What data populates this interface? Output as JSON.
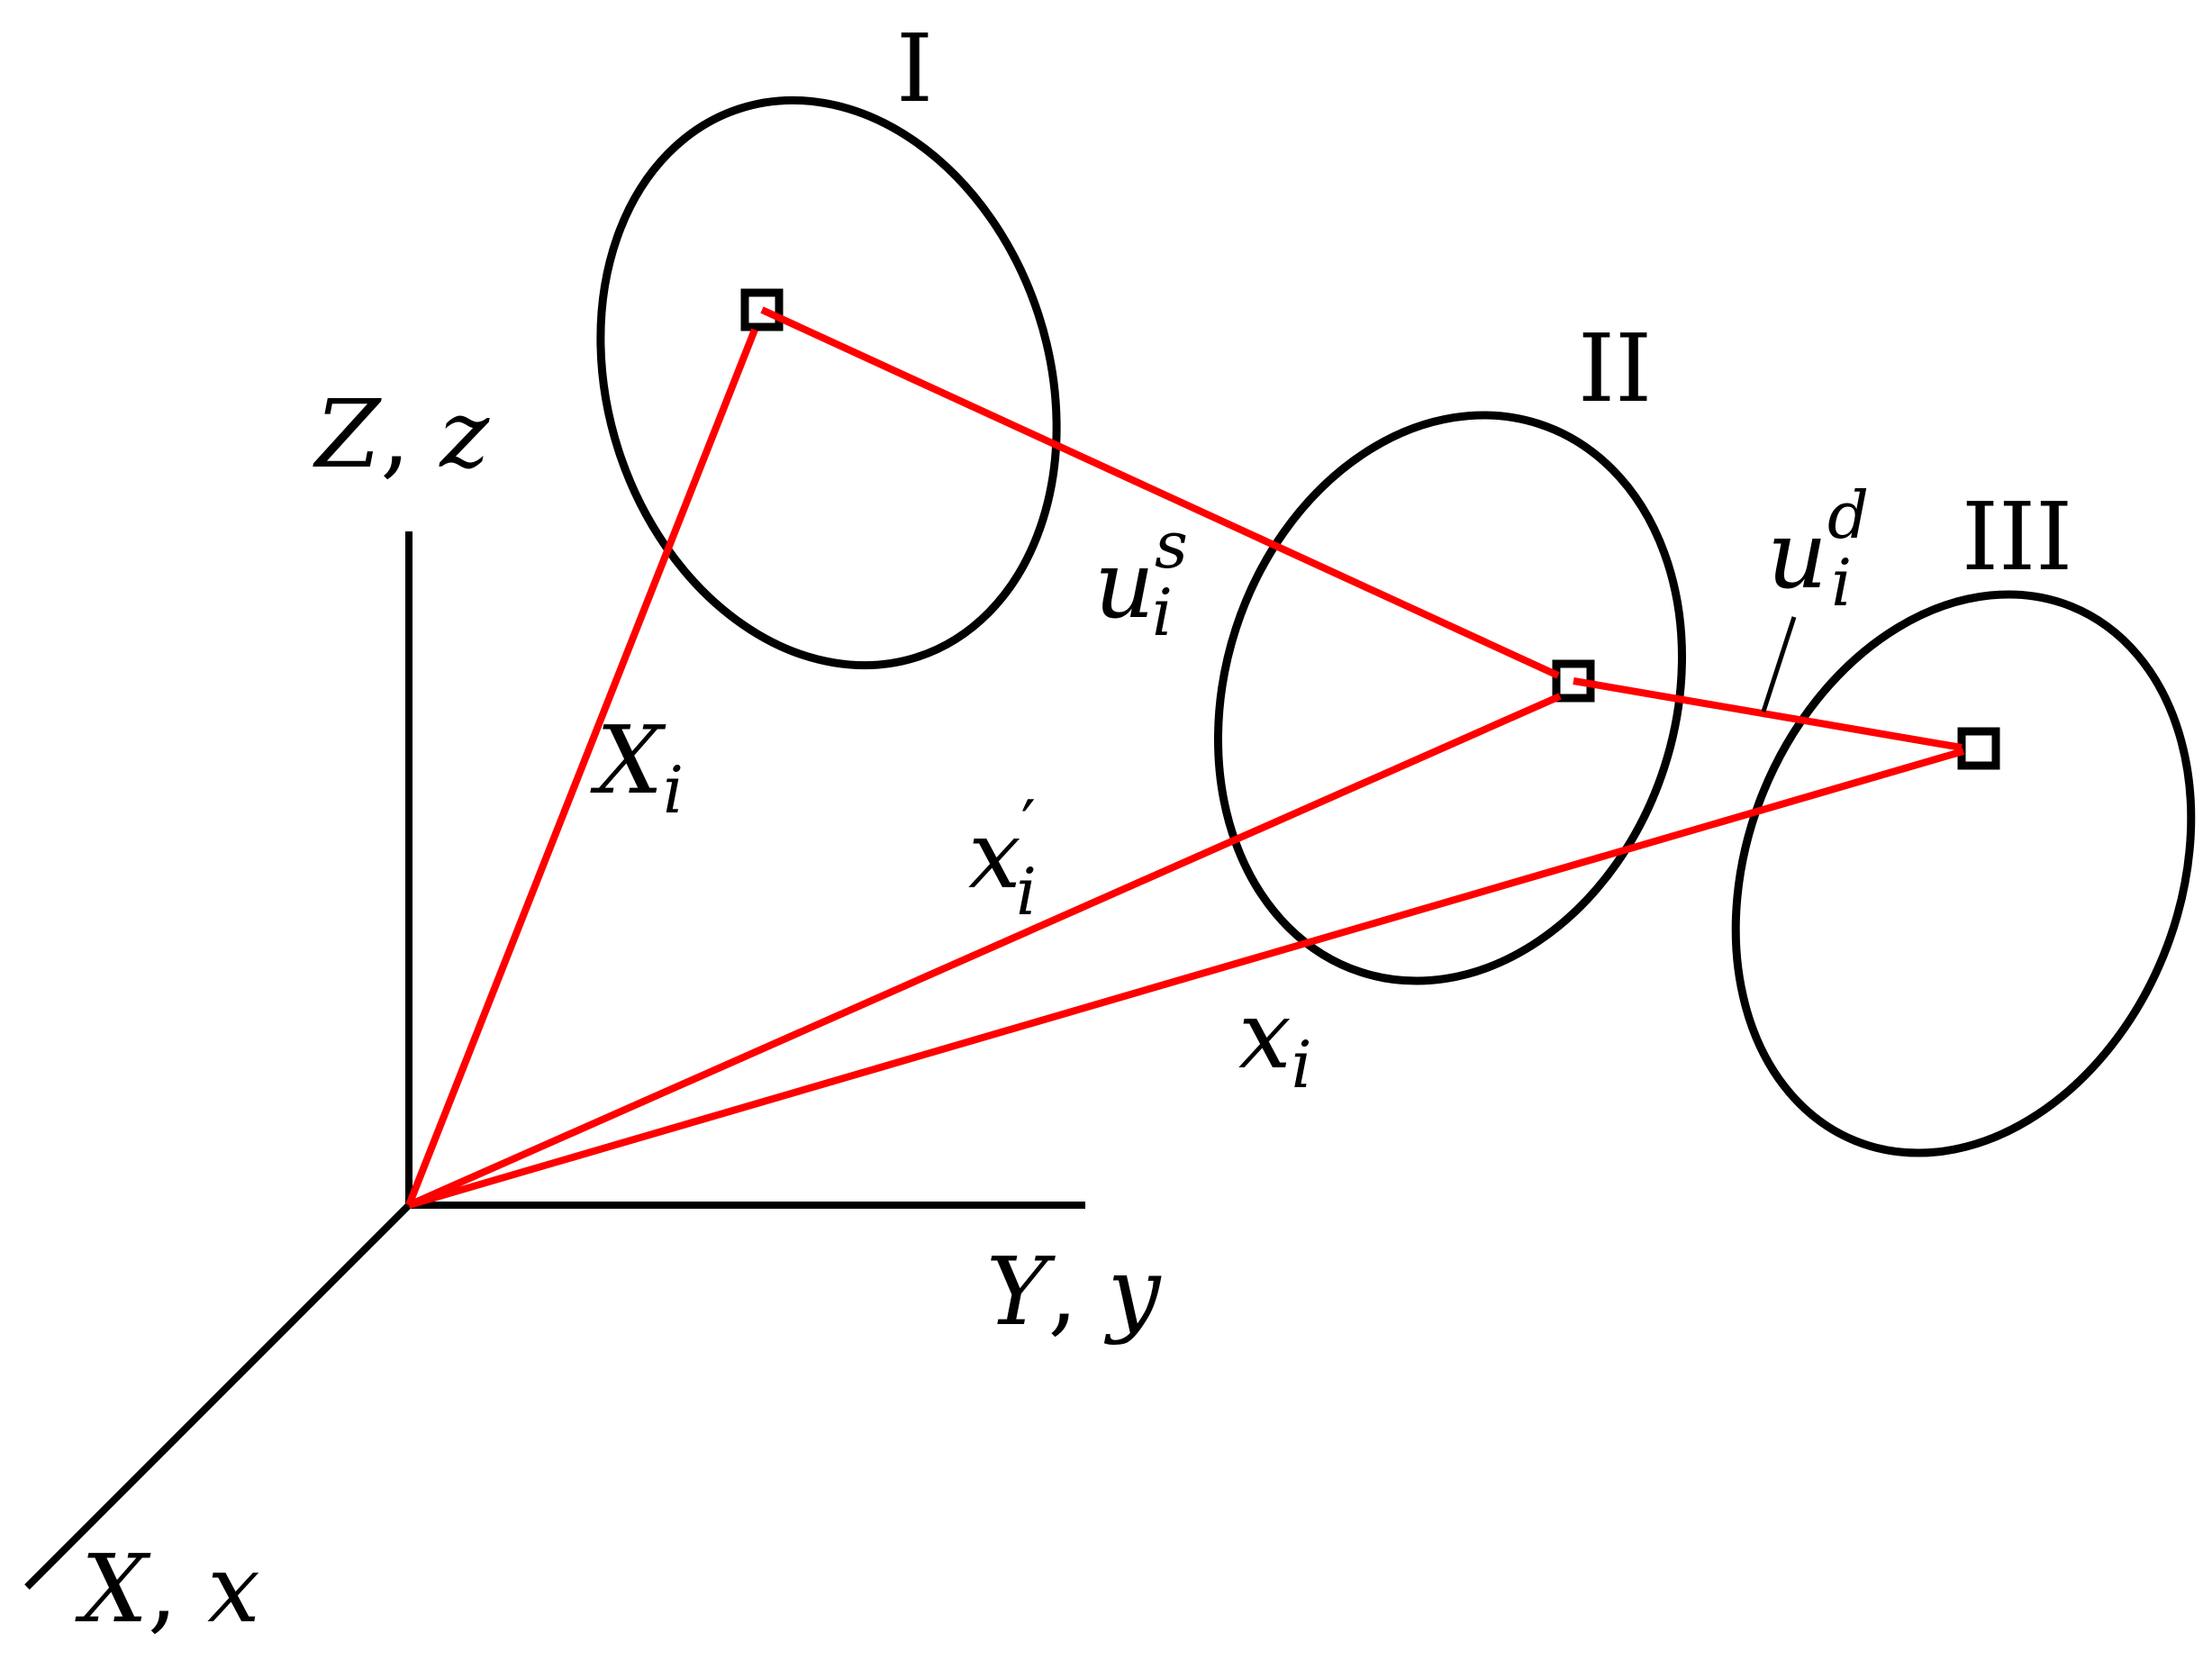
{
  "colors": {
    "axis": "#000000",
    "vector": "#ff0000",
    "body_outline": "#000000"
  },
  "axes": {
    "z_label": {
      "main": "Z",
      "sep": ", ",
      "alt": "z"
    },
    "y_label": {
      "main": "Y",
      "sep": ", ",
      "alt": "y"
    },
    "x_label": {
      "main": "X",
      "sep": ", ",
      "alt": "x"
    }
  },
  "configurations": {
    "initial": "I",
    "intermediate": "II",
    "current": "III"
  },
  "vectors": {
    "X_i": {
      "base": "X",
      "sub": "i"
    },
    "x_prime_i": {
      "base": "x",
      "prime": "′",
      "sub": "i"
    },
    "x_i": {
      "base": "x",
      "sub": "i"
    },
    "u_s_i": {
      "base": "u",
      "sup": "s",
      "sub": "i"
    },
    "u_d_i": {
      "base": "u",
      "sup": "d",
      "sub": "i"
    }
  }
}
